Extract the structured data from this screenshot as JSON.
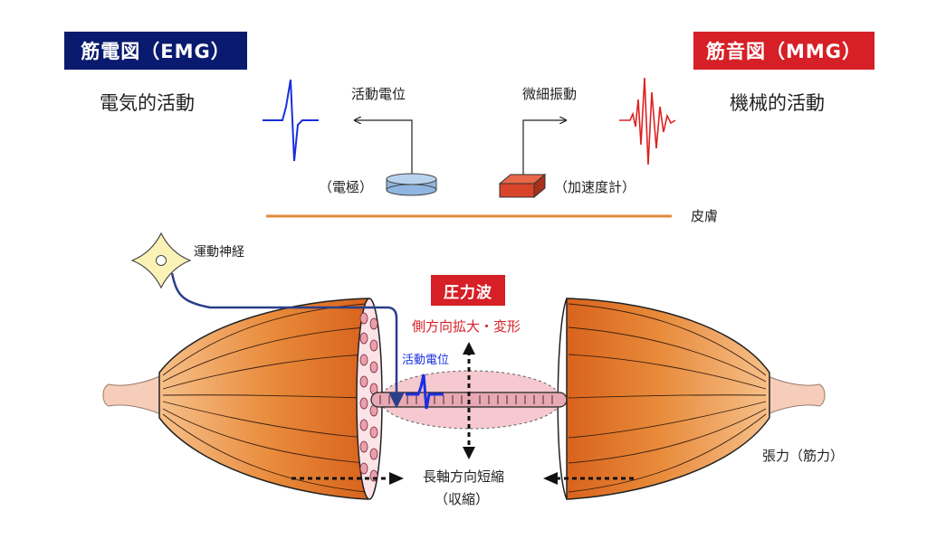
{
  "emg": {
    "title": "筋電図（EMG）",
    "subtitle": "電気的活動",
    "color": "#0a1a6e",
    "signal_color": "#1a2fe0"
  },
  "mmg": {
    "title": "筋音図（MMG）",
    "subtitle": "機械的活動",
    "color": "#d61f26",
    "signal_color": "#e02020"
  },
  "labels": {
    "action_potential_top": "活動電位",
    "microvibration": "微細振動",
    "electrode": "（電極）",
    "accelerometer": "（加速度計）",
    "skin": "皮膚",
    "motor_nerve": "運動神経",
    "pressure_wave": "圧力波",
    "lateral_expansion": "側方向拡大・変形",
    "action_potential_fiber": "活動電位",
    "longitudinal_contraction": "長軸方向短縮",
    "contraction": "（収縮）",
    "tension": "張力（筋力）"
  },
  "colors": {
    "skin_line": "#e08a3a",
    "muscle": "#e07a2a",
    "tendon": "#f5cdb8",
    "pressure_wave_badge": "#d61f26",
    "nerve": "#2a3f8a",
    "electrode": "#8fb6e0",
    "accelerometer": "#d8452a"
  }
}
